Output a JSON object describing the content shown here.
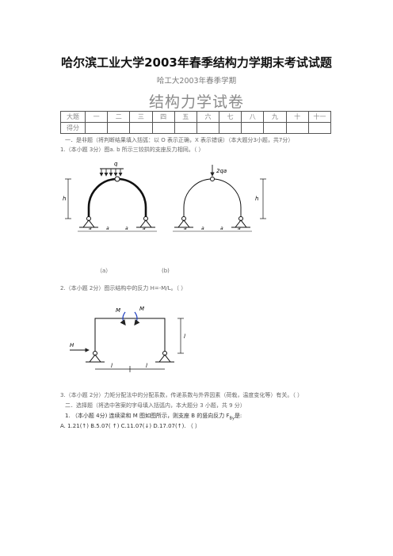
{
  "title": "哈尔滨工业大学2003年春季结构力学期末考试试题",
  "subtitle": "哈工大2003年春季学期",
  "paper_title": "结构力学试卷",
  "score_table": {
    "row1": [
      "大题",
      "一",
      "二",
      "三",
      "四",
      "五",
      "六",
      "七",
      "八",
      "九",
      "十",
      "十一"
    ],
    "row2_label": "得分"
  },
  "section1_heading": "一．是非题（将判断结果填入括弧：以 O 表示正确，X 表示错误）（本大题分3小题，共7分）",
  "q1": "1.（本小题  3分）图a. b 所示三铰拱的支座反力相同。（  ）",
  "fig1": {
    "load_q": "q",
    "load_2qa": "2qa",
    "label_h": "h",
    "span_labels": [
      "a",
      "a",
      "a",
      "a"
    ],
    "caption_a": "（a）",
    "caption_b": "(b)"
  },
  "q2": "2.（本小题  2分）图示结构中的反力 H=-M/L。（  ）",
  "fig2": {
    "moment_left": "M",
    "moment_right": "M",
    "label_H": "H",
    "label_l_vertical": "l",
    "label_l_left": "l",
    "label_l_right": "l"
  },
  "q3": "3.（本小题  2分）力矩分配法中的分配系数，传递系数与外界因素（荷栽，温度变化等）有关。（  ）",
  "section2_heading": "二．选择题（将选中答案的字母填入括弧内，本大题分 3 小题，共 9 分）",
  "q4": "1.  （本小题  4分) 连续梁和 M 图如图所示，则支座 B 的竖向反力 F",
  "q4_sub": "By",
  "q4_end": "是:",
  "options": "A.  1.21(↑)   B.5.07( ↑)    C.11.07(↓)   D.17.07(↑).       （  ）"
}
